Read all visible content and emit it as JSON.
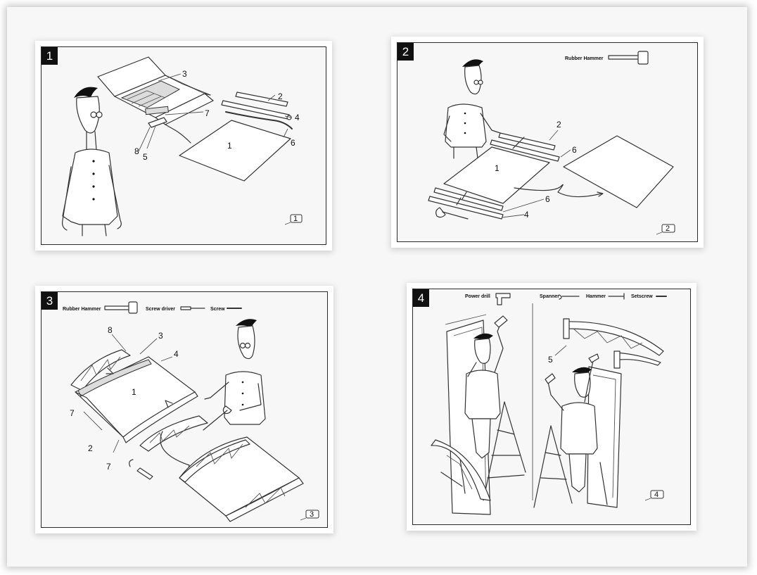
{
  "panels": [
    {
      "step": "1",
      "tag": "1",
      "tools": [],
      "callouts": [
        "1",
        "2",
        "3",
        "4",
        "5",
        "6",
        "7",
        "8"
      ]
    },
    {
      "step": "2",
      "tag": "2",
      "tools": [
        "Rubber Hammer"
      ],
      "callouts": [
        "1",
        "2",
        "4",
        "6",
        "6"
      ]
    },
    {
      "step": "3",
      "tag": "3",
      "tools": [
        "Rubber Hammer",
        "Screw driver",
        "Screw"
      ],
      "callouts": [
        "1",
        "2",
        "3",
        "4",
        "7",
        "7",
        "8"
      ]
    },
    {
      "step": "4",
      "tag": "4",
      "tools": [
        "Power drill",
        "Spanner",
        "Hammer",
        "Setscrew"
      ],
      "callouts": [
        "5"
      ]
    }
  ],
  "colors": {
    "ink": "#111111",
    "paper": "#f7f7f7",
    "badge": "#111111"
  }
}
